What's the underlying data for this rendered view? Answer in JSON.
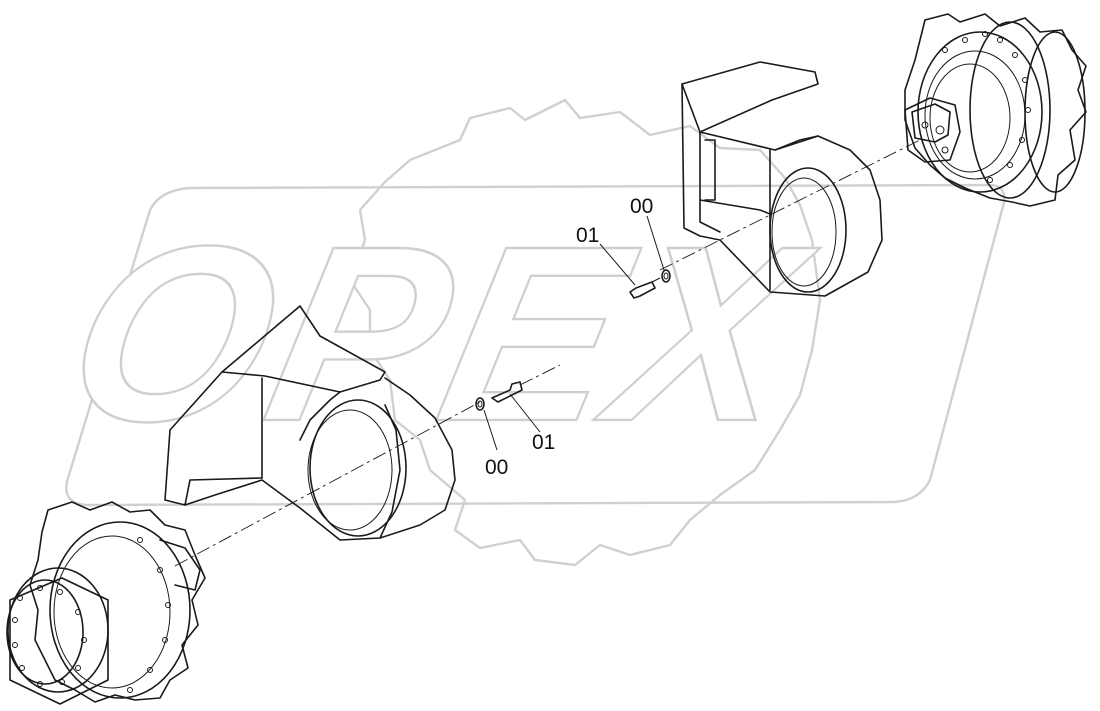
{
  "watermark": {
    "brand": "OPEX"
  },
  "callouts": [
    {
      "id": "callout-01-top",
      "text": "01"
    },
    {
      "id": "callout-00-top",
      "text": "00"
    },
    {
      "id": "callout-01-bottom",
      "text": "01"
    },
    {
      "id": "callout-00-bottom",
      "text": "00"
    }
  ],
  "icons": {
    "watermark_gear": "gear-icon",
    "final_drive_left": "final-drive-sprocket-icon",
    "final_drive_right": "final-drive-sprocket-icon"
  },
  "colors": {
    "line": "#1a1a1a",
    "watermark": "#d0d0d0",
    "background": "#ffffff"
  }
}
